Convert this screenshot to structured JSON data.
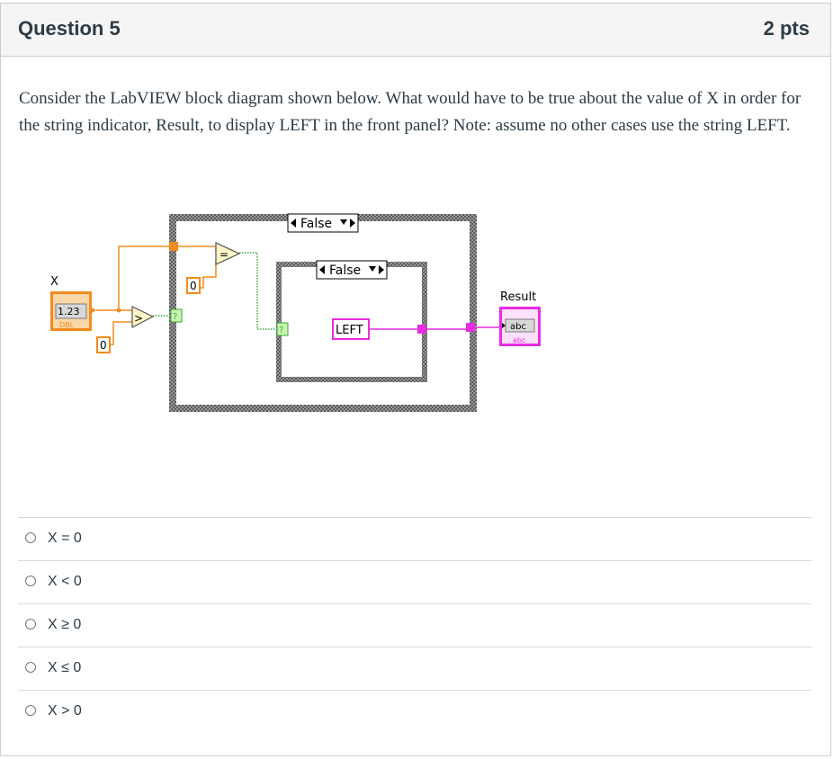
{
  "question": {
    "title": "Question 5",
    "points": "2 pts",
    "text": "Consider the LabVIEW block diagram shown below.  What would have to be true about the value of X in order for the string indicator, Result, to display LEFT in the front panel?  Note: assume no other cases use the string LEFT."
  },
  "diagram": {
    "x_label": "X",
    "x_value": "1.23",
    "x_type": "DBL",
    "const_zero_1": "0",
    "const_zero_2": "0",
    "outer_case_selector": "False",
    "inner_case_selector": "False",
    "selector_terminal": "?",
    "string_const": "LEFT",
    "result_label": "Result",
    "result_value": "abc",
    "result_type": "abc",
    "greater_than_symbol": ">",
    "equal_symbol": "=",
    "colors": {
      "numeric_wire": "#f28c1f",
      "boolean_wire": "#3aa637",
      "string_wire": "#e82ce0",
      "case_border": "#7a7a7a"
    }
  },
  "answers": [
    {
      "label": "X = 0"
    },
    {
      "label": "X < 0"
    },
    {
      "label": "X ≥ 0"
    },
    {
      "label": "X ≤ 0"
    },
    {
      "label": "X > 0"
    }
  ]
}
